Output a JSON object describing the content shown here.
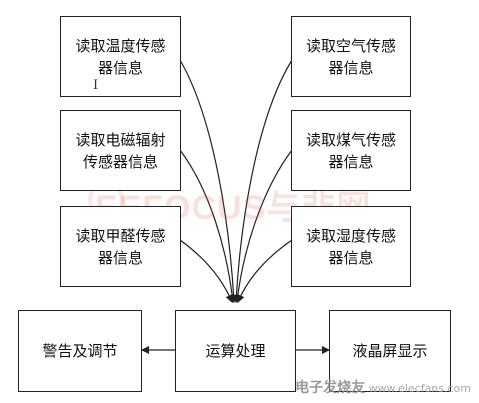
{
  "sensors_left": [
    {
      "label": "读取温度传感\n器信息"
    },
    {
      "label": "读取电磁辐射\n传感器信息"
    },
    {
      "label": "读取甲醛传感\n器信息"
    }
  ],
  "sensors_right": [
    {
      "label": "读取空气传感\n器信息"
    },
    {
      "label": "读取煤气传感\n器信息"
    },
    {
      "label": "读取湿度传感\n器信息"
    }
  ],
  "bottom_row": {
    "alarm": "警告及调节",
    "process": "运算处理",
    "display": "液晶屏显示"
  },
  "watermark": {
    "text": "EEFOCUS与非网"
  },
  "corner_logo": {
    "line1": "电子发烧友",
    "line2": "www.elecfans.com"
  },
  "colors": {
    "stroke": "#222222",
    "watermark": "#e85a4a"
  }
}
